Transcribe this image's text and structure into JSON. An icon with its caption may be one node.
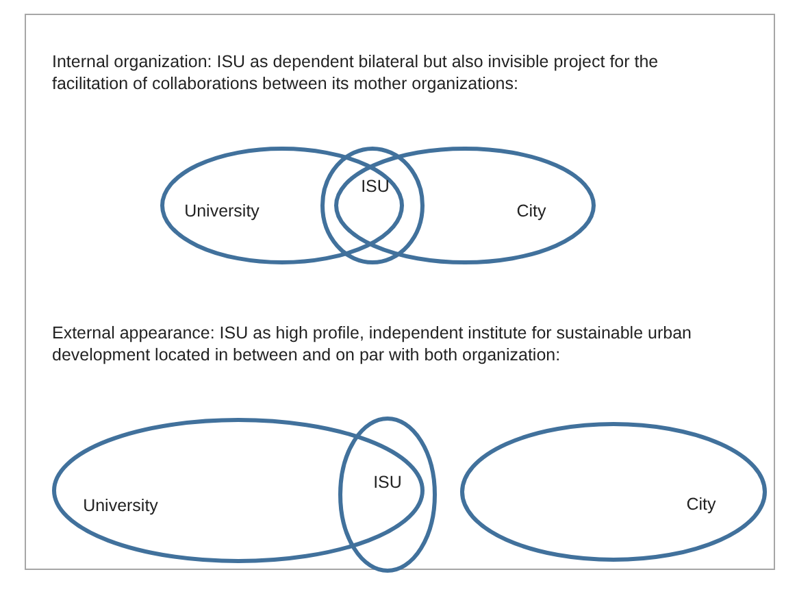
{
  "diagram": {
    "nodes": [
      {
        "text": [
          "University"
        ]
      },
      {
        "text": [
          "ISU"
        ]
      },
      {
        "text": [
          "City"
        ]
      },
      {
        "text": [
          "University"
        ]
      },
      {
        "text": [
          "ISU"
        ]
      },
      {
        "text": [
          "City"
        ]
      }
    ],
    "labels": [
      "Internal organization: ISU as dependent bilateral but also invisible project for the facilitation of collaborations between its mother organizations:",
      "External appearance: ISU as high profile, independent institute for sustainable urban development located in between and on par with both organization:"
    ]
  }
}
